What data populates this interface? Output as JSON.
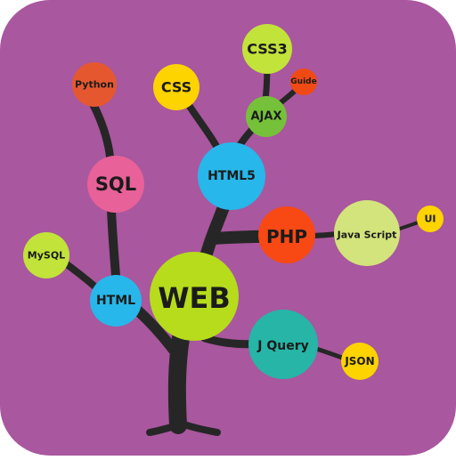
{
  "background_color": "#a9579e",
  "branch_color": "#262626",
  "nodes": {
    "web": {
      "label": "WEB",
      "color": "#b6dc1b"
    },
    "html5": {
      "label": "HTML5",
      "color": "#27b7ea"
    },
    "html": {
      "label": "HTML",
      "color": "#27b7ea"
    },
    "sql": {
      "label": "SQL",
      "color": "#e86198"
    },
    "python": {
      "label": "Python",
      "color": "#e5582f"
    },
    "mysql": {
      "label": "MySQL",
      "color": "#c2e33a"
    },
    "css": {
      "label": "CSS",
      "color": "#fdd300"
    },
    "css3": {
      "label": "CSS3",
      "color": "#c2e33a"
    },
    "ajax": {
      "label": "AJAX",
      "color": "#75c23a"
    },
    "guide": {
      "label": "Guide",
      "color": "#f04a14"
    },
    "php": {
      "label": "PHP",
      "color": "#f84914"
    },
    "javascript": {
      "label": "Java Script",
      "color": "#d3e47c"
    },
    "ui": {
      "label": "UI",
      "color": "#fdd300"
    },
    "jquery": {
      "label": "J Query",
      "color": "#26b5a6"
    },
    "json": {
      "label": "JSON",
      "color": "#fdd300"
    }
  }
}
